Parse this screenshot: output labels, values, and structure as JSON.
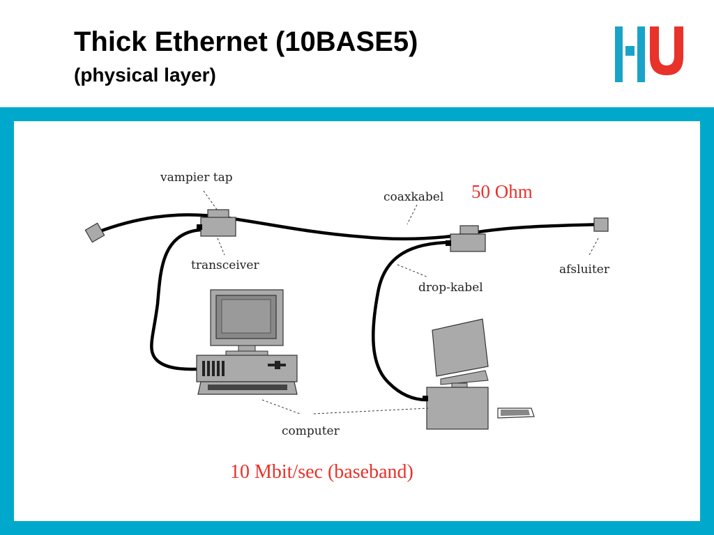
{
  "slide": {
    "title": "Thick Ethernet (10BASE5)",
    "subtitle": "(physical layer)"
  },
  "logo": {
    "name": "HU"
  },
  "diagram": {
    "labels": {
      "vampier_tap": "vampier tap",
      "coaxkabel": "coaxkabel",
      "transceiver": "transceiver",
      "afsluiter": "afsluiter",
      "drop_kabel": "drop-kabel",
      "computer": "computer"
    },
    "impedance": "50 Ohm",
    "speed": "10 Mbit/sec (baseband)"
  },
  "colors": {
    "frame": "#00a9cc",
    "logo_blue": "#1aa3c8",
    "logo_red": "#e8322a",
    "accent_text": "#e8322a"
  }
}
